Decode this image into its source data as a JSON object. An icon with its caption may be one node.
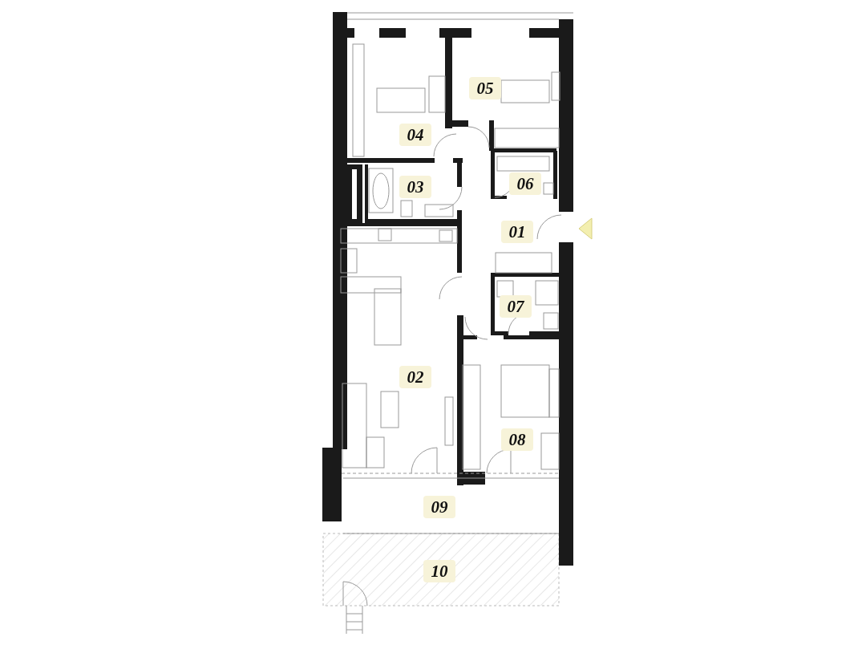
{
  "diagram": {
    "labels": [
      "04",
      "05",
      "03",
      "06",
      "01",
      "02",
      "07",
      "08",
      "09",
      "10"
    ]
  }
}
